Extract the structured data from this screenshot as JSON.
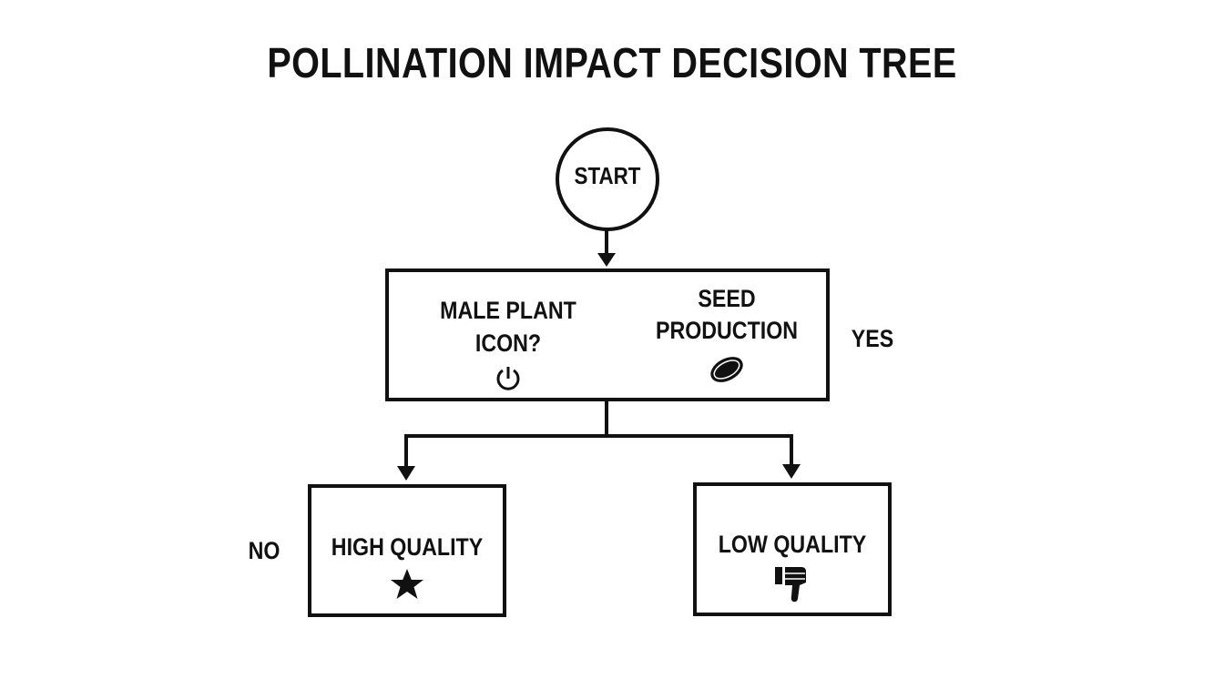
{
  "diagram": {
    "title": "POLLINATION IMPACT DECISION TREE",
    "start": {
      "label": "START"
    },
    "decision": {
      "question_line1": "MALE PLANT",
      "question_line2": "ICON?",
      "question_icon": "power-icon",
      "outcome_line1": "SEED",
      "outcome_line2": "PRODUCTION",
      "outcome_icon": "seed-icon"
    },
    "branch_yes_label": "YES",
    "branch_no_label": "NO",
    "high_quality": {
      "label": "HIGH QUALITY",
      "icon": "star-icon"
    },
    "low_quality": {
      "label": "LOW QUALITY",
      "icon": "thumbs-down-icon"
    },
    "colors": {
      "stroke": "#111111",
      "background": "#ffffff"
    }
  }
}
